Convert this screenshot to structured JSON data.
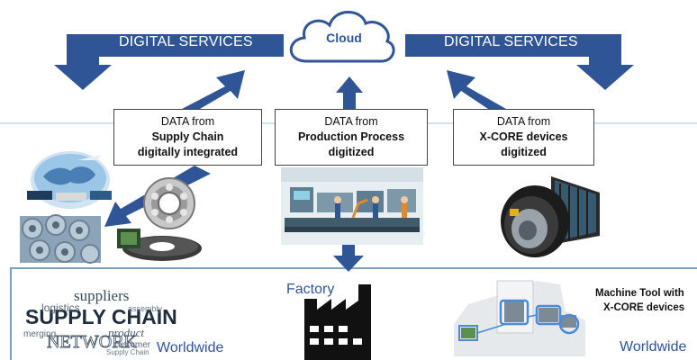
{
  "cloud": {
    "label": "Cloud"
  },
  "digital_services": {
    "left": "DIGITAL SERVICES",
    "right": "DIGITAL SERVICES"
  },
  "data_boxes": [
    {
      "line1": "DATA from",
      "line2": "Supply Chain",
      "line3": "digitally integrated"
    },
    {
      "line1": "DATA from",
      "line2": "Production Process",
      "line3": "digitized"
    },
    {
      "line1": "DATA from",
      "line2": "X-CORE devices",
      "line3": "digitized"
    }
  ],
  "factory": {
    "label": "Factory"
  },
  "worldwide": {
    "left": "Worldwide",
    "right": "Worldwide"
  },
  "machine_tool": {
    "line1": "Machine Tool with",
    "line2": "X-CORE devices"
  },
  "word_cloud": {
    "main": "SUPPLY CHAIN",
    "words": [
      "suppliers",
      "logistics",
      "NETWORK",
      "product",
      "customer",
      "merging",
      "assembly",
      "Supply Chain"
    ]
  },
  "colors": {
    "arrow": "#2f5597",
    "text_blue": "#2f5597",
    "divider": "#a9c4dc",
    "frame": "#7aa0c4"
  }
}
